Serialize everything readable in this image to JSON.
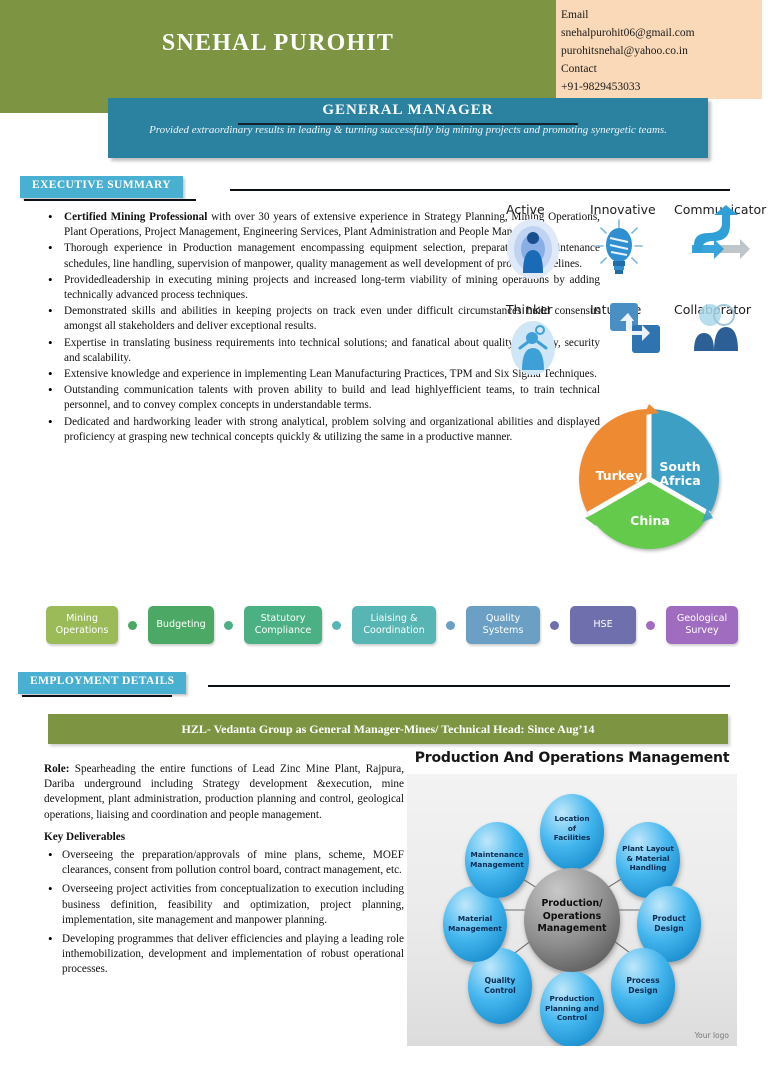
{
  "header": {
    "name": "SNEHAL PUROHIT",
    "contact": {
      "email_label": "Email",
      "email1": "snehalpurohit06@gmail.com",
      "email2": "purohitsnehal@yahoo.co.in",
      "contact_label": "Contact",
      "phone": "+91-9829453033"
    },
    "role_title": "GENERAL MANAGER",
    "tagline": "Provided extraordinary results in leading & turning successfully big mining projects and promoting synergetic teams."
  },
  "sections": {
    "executive_summary_label": "EXECUTIVE SUMMARY",
    "employment_details_label": "EMPLOYMENT DETAILS"
  },
  "summary": {
    "bullets": [
      {
        "lead": "Certified Mining Professional",
        "text": " with over 30 years of extensive experience in Strategy Planning, Mining Operations, Plant Operations, Project Management, Engineering Services, Plant Administration and People Management."
      },
      {
        "lead": "",
        "text": "Thorough experience in Production management encompassing equipment selection, preparation of maintenance schedules, line handling, supervision of manpower, quality management as well development of process guidelines."
      },
      {
        "lead": "",
        "text": "Providedleadership in executing mining projects and increased long-term viability of mining operations by adding technically advanced process techniques."
      },
      {
        "lead": "",
        "text": "Demonstrated skills and abilities in keeping projects on track even under difficult circumstances build consensus amongst all stakeholders and deliver exceptional results."
      },
      {
        "lead": "",
        "text": "Expertise in translating business requirements into technical solutions; and fanatical about quality, usability, security and scalability."
      },
      {
        "lead": "",
        "text": "Extensive knowledge and experience in implementing Lean Manufacturing Practices, TPM and Six Sigma Techniques."
      },
      {
        "lead": "",
        "text": "Outstanding communication talents with proven ability to build and lead highlyefficient teams, to train technical personnel, and to convey complex concepts in understandable terms."
      },
      {
        "lead": "",
        "text": "Dedicated and hardworking leader with strong analytical, problem solving and organizational abilities and displayed proficiency at grasping new technical concepts quickly & utilizing the same in a productive manner."
      }
    ]
  },
  "traits": [
    {
      "label": "Active",
      "icon": "active-person-icon"
    },
    {
      "label": "Innovative",
      "icon": "lightbulb-icon"
    },
    {
      "label": "Communicator",
      "icon": "arrows-icon"
    },
    {
      "label": "Thinker",
      "icon": "thinker-person-icon"
    },
    {
      "label": "Intuitive",
      "icon": "linked-squares-icon"
    },
    {
      "label": "Collaborator",
      "icon": "two-people-icon"
    }
  ],
  "cycle_diagram": {
    "type": "pie",
    "title": "",
    "segments": [
      {
        "label": "South Africa",
        "color": "#3d9fc4",
        "value": 33.3
      },
      {
        "label": "China",
        "color": "#63ca4c",
        "value": 33.3
      },
      {
        "label": "Turkey",
        "color": "#ee8b31",
        "value": 33.3
      }
    ]
  },
  "skill_chips": [
    {
      "label": "Mining Operations",
      "color": "#9bbb59"
    },
    {
      "label": "Budgeting",
      "color": "#4ca865"
    },
    {
      "label": "Statutory Compliance",
      "color": "#4cb085"
    },
    {
      "label": "Liaising & Coordination",
      "color": "#57b6b4"
    },
    {
      "label": "Quality Systems",
      "color": "#6c9fc4"
    },
    {
      "label": "HSE",
      "color": "#6f6fae"
    },
    {
      "label": "Geological Survey",
      "color": "#a06cc0"
    }
  ],
  "employment": {
    "job_bar": "HZL- Vedanta Group as General Manager-Mines/ Technical Head: Since Aug’14",
    "role_label": "Role:",
    "role_text": " Spearheading the entire functions of Lead Zinc Mine Plant, Rajpura, Dariba underground including Strategy development &execution, mine development, plant administration, production planning and control, geological operations, liaising and coordination and people management.",
    "key_deliverables_label": "Key Deliverables",
    "deliverables": [
      "Overseeing the preparation/approvals of mine plans, scheme, MOEF clearances, consent from pollution control board, contract management, etc.",
      "Overseeing project activities from conceptualization to execution including business definition, feasibility and optimization, project planning, implementation, site management and manpower planning.",
      "Developing programmes that deliver efficiencies and playing a leading role inthemobilization, development and implementation of robust operational processes."
    ]
  },
  "pom_diagram": {
    "title": "Production And Operations Management",
    "center": "Production/ Operations Management",
    "nodes": [
      "Location of Facilities",
      "Plant Layout & Material Handling",
      "Product Design",
      "Process Design",
      "Production Planning and Control",
      "Quality Control",
      "Material Management",
      "Maintenance Management"
    ],
    "watermark": "Your logo"
  }
}
